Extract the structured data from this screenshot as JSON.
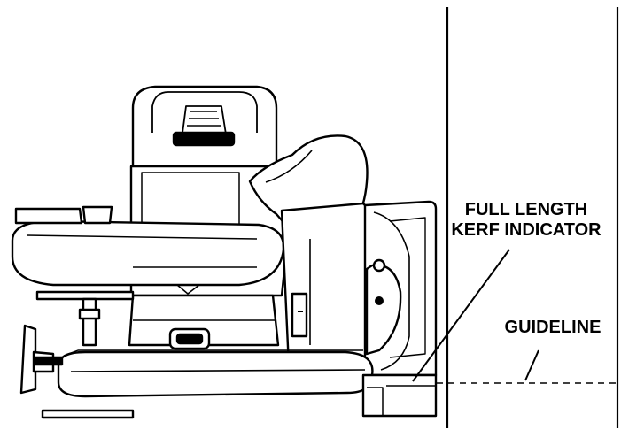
{
  "labels": {
    "kerf_line1": "FULL LENGTH",
    "kerf_line2": "KERF INDICATOR",
    "guideline": "GUIDELINE"
  },
  "colors": {
    "ink": "#000000",
    "paper": "#ffffff"
  }
}
